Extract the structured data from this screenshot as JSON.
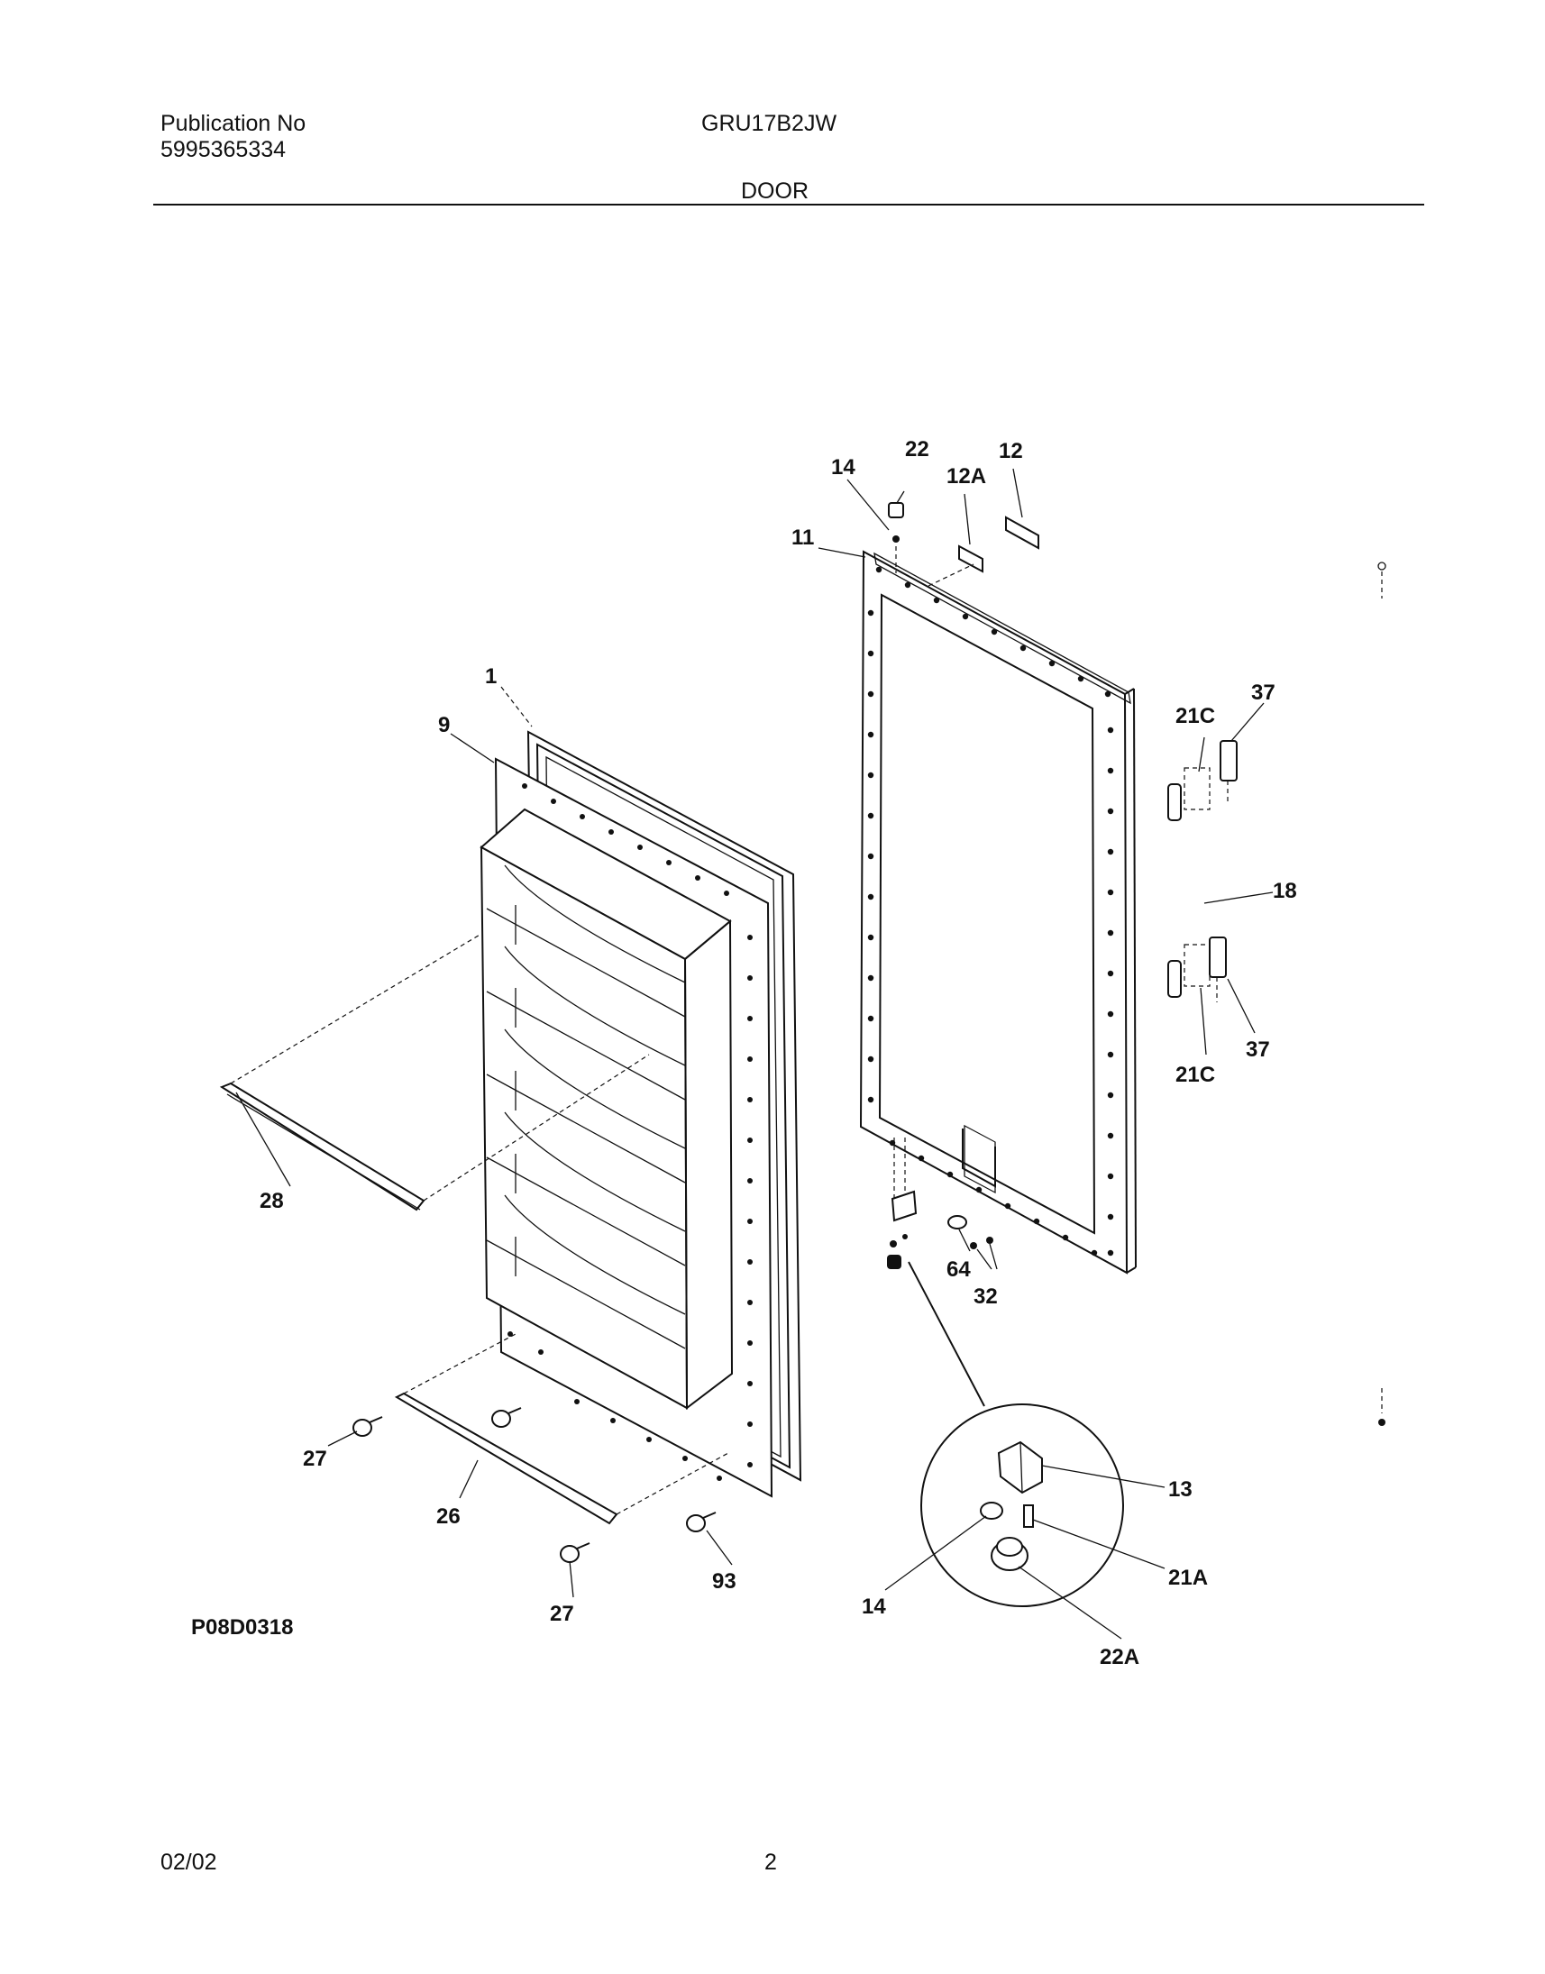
{
  "header": {
    "publication_label": "Publication No",
    "publication_number": "5995365334",
    "model": "GRU17B2JW",
    "section_title": "DOOR"
  },
  "diagram_code": "P08D0318",
  "footer": {
    "date": "02/02",
    "page_number": "2"
  },
  "callouts": {
    "c22": "22",
    "c12": "12",
    "c14_top": "14",
    "c12A": "12A",
    "c11": "11",
    "c1": "1",
    "c9": "9",
    "c37_top": "37",
    "c21C_top": "21C",
    "c18": "18",
    "c37_bot": "37",
    "c21C_bot": "21C",
    "c28": "28",
    "c64": "64",
    "c32": "32",
    "c13": "13",
    "c27_left": "27",
    "c26": "26",
    "c93": "93",
    "c27_bot": "27",
    "c14_detail": "14",
    "c21A": "21A",
    "c22A": "22A"
  }
}
